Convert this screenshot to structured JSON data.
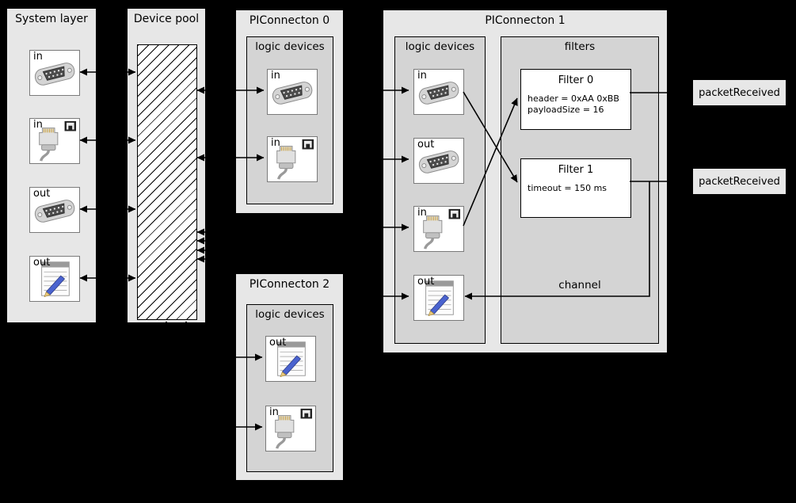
{
  "system_layer": {
    "title": "System layer",
    "devices": [
      {
        "label": "in",
        "icon": "serial-port-icon"
      },
      {
        "label": "in",
        "icon": "ethernet-icon"
      },
      {
        "label": "out",
        "icon": "serial-port-icon"
      },
      {
        "label": "out",
        "icon": "notepad-icon"
      }
    ]
  },
  "device_pool": {
    "title": "Device pool"
  },
  "piconnecton0": {
    "title": "PIConnecton 0",
    "group_title": "logic devices",
    "devices": [
      {
        "label": "in",
        "icon": "serial-port-icon"
      },
      {
        "label": "in",
        "icon": "ethernet-icon"
      }
    ]
  },
  "piconnecton1": {
    "title": "PIConnecton 1",
    "logic_devices_title": "logic devices",
    "filters_title": "filters",
    "channel_label": "channel",
    "devices": [
      {
        "label": "in",
        "icon": "serial-port-icon"
      },
      {
        "label": "out",
        "icon": "serial-port-icon"
      },
      {
        "label": "in",
        "icon": "ethernet-icon"
      },
      {
        "label": "out",
        "icon": "notepad-icon"
      }
    ],
    "filters": [
      {
        "title": "Filter 0",
        "params": [
          "header = 0xAA 0xBB",
          "payloadSize = 16"
        ]
      },
      {
        "title": "Filter 1",
        "params": [
          "timeout = 150 ms"
        ]
      }
    ]
  },
  "piconnecton2": {
    "title": "PIConnecton 2",
    "group_title": "logic devices",
    "devices": [
      {
        "label": "out",
        "icon": "notepad-icon"
      },
      {
        "label": "in",
        "icon": "ethernet-icon"
      }
    ]
  },
  "events": [
    {
      "label": "packetReceived"
    },
    {
      "label": "packetReceived"
    }
  ],
  "colors": {
    "background": "#000000",
    "panel_fill": "#e7e7e7",
    "inner_panel_fill": "#d4d4d4",
    "device_fill": "#ffffff",
    "connector": "#000000"
  }
}
